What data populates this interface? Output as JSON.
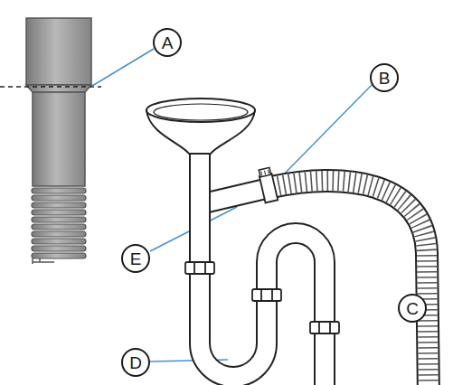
{
  "diagram": {
    "nodes": [
      {
        "text": [
          "A"
        ]
      },
      {
        "text": [
          "B"
        ]
      },
      {
        "text": [
          "E"
        ]
      },
      {
        "text": [
          "C"
        ]
      },
      {
        "text": [
          "D"
        ]
      }
    ]
  }
}
